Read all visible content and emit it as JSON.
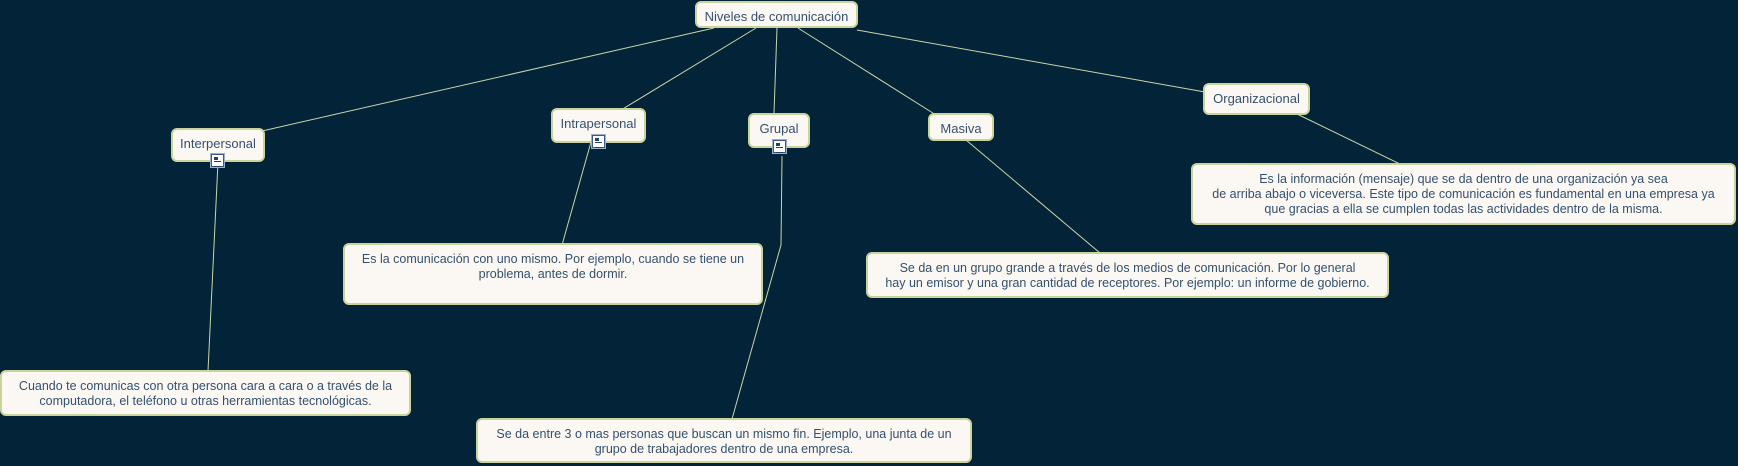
{
  "map": {
    "root": "Niveles de comunicación",
    "concepts": {
      "interpersonal": "Interpersonal",
      "intrapersonal": "Intrapersonal",
      "grupal": "Grupal",
      "masiva": "Masiva",
      "organizacional": "Organizacional"
    },
    "descriptions": {
      "interpersonal": "Cuando te comunicas con otra persona cara a cara o a través de la computadora, el teléfono u otras herramientas tecnológicas.",
      "intrapersonal": "Es la comunicación con uno mismo. Por ejemplo, cuando se tiene un problema, antes de dormir.",
      "grupal": "Se da entre 3 o mas personas que buscan un mismo fin. Ejemplo, una junta de un grupo de trabajadores dentro de una empresa.",
      "masiva_line1": "Se da en un grupo grande a través de los medios de comunicación. Por lo general",
      "masiva_line2": "hay un emisor y una gran cantidad de receptores. Por ejemplo: un informe de gobierno.",
      "organizacional_line1": "Es la información (mensaje) que se da dentro de una organización ya sea",
      "organizacional_line2": "de arriba abajo o viceversa. Este tipo de comunicación es fundamental en una empresa ya",
      "organizacional_line3": "que gracias a ella se cumplen todas las actividades dentro de la misma."
    },
    "icons": {
      "attachment": "document-icon"
    }
  }
}
